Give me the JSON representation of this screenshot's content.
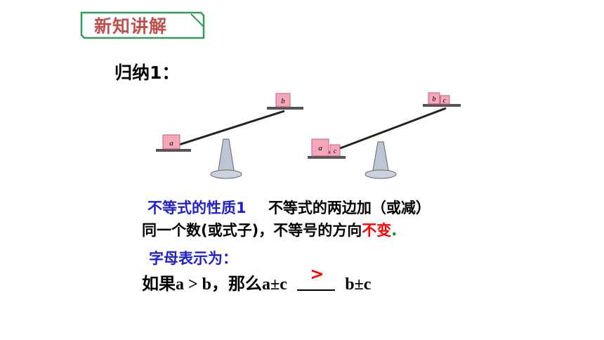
{
  "header": {
    "badge_label": "新知讲解"
  },
  "section": {
    "title": "归纳1："
  },
  "scales": {
    "left": {
      "low_block": "a",
      "high_block": "b"
    },
    "right": {
      "low_blocks": [
        "a",
        "c"
      ],
      "high_blocks": [
        "b",
        "c"
      ]
    }
  },
  "property": {
    "name": "不等式的性质1",
    "line1_text": "不等式的两边加（或减）",
    "line2_text": "同一个数(或式子)，不等号的方向",
    "emphasis": "不变",
    "period": "."
  },
  "letters": {
    "label": "字母表示为：",
    "prefix": "如果",
    "condition": "a > b",
    "comma_then": "，那么",
    "left_expr": "a±c",
    "answer": ">",
    "right_expr": "b±c"
  },
  "colors": {
    "badge_text": "#c0504d",
    "badge_border": "#2e9e5b",
    "blue": "#1f1fcc",
    "red": "#ff0000"
  }
}
